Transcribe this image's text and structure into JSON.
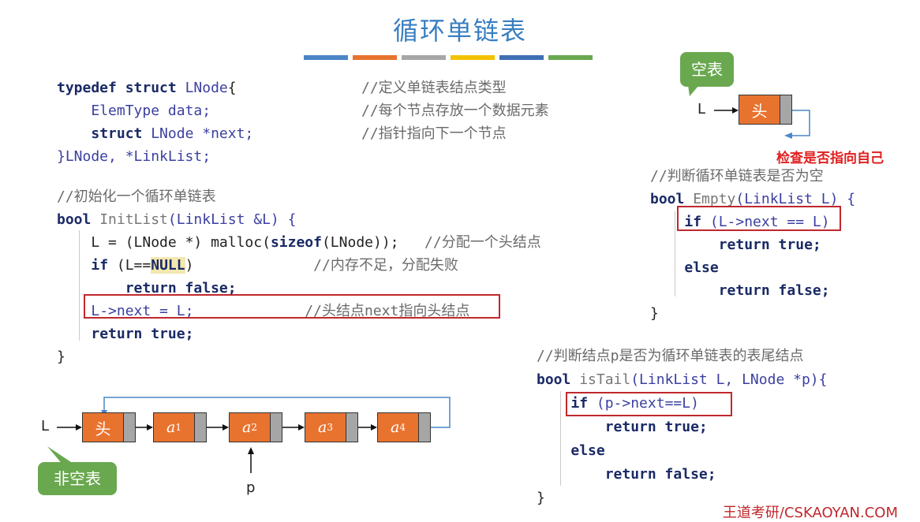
{
  "title": "循环单链表",
  "colors": {
    "title": "#3a7fc1",
    "bars": [
      "#4a86c6",
      "#e8732f",
      "#a6a6a6",
      "#f2c200",
      "#3f6fb5",
      "#6aa84f"
    ],
    "node": "#e8732f",
    "bubble": "#6aa84f",
    "box": "#c0282d",
    "warn": "#e02020"
  },
  "struct_code": [
    [
      "typedef struct ",
      "LNode",
      "{"
    ],
    [
      "ElemType data;"
    ],
    [
      "struct ",
      "LNode ",
      "*next;"
    ],
    [
      "}LNode, *LinkList;"
    ]
  ],
  "struct_comments": [
    "//定义单链表结点类型",
    "//每个节点存放一个数据元素",
    "//指针指向下一个节点"
  ],
  "init": {
    "comment": "//初始化一个循环单链表",
    "l1": [
      "bool ",
      "InitList",
      "(LinkList &L) {"
    ],
    "l2": "L = (LNode *) malloc(",
    "l2kw": "sizeof",
    "l2b": "(LNode));",
    "l2c": "//分配一个头结点",
    "l3a": "if ",
    "l3b": "(L==",
    "l3n": "NULL",
    "l3c": ")",
    "l3cm": "//内存不足，分配失败",
    "l4": "return false;",
    "l5": "L->next = L;",
    "l5cm": "//头结点next指向头结点",
    "l6": "return true;",
    "l7": "}"
  },
  "empty": {
    "bubble": "空表",
    "L": "L",
    "head": "头",
    "warn": "检查是否指向自己",
    "comment": "//判断循环单链表是否为空",
    "l1": [
      "bool ",
      "Empty",
      "(LinkList L) {"
    ],
    "l2a": "if ",
    "l2b": "(L->next == L)",
    "l3": "return true;",
    "l4": "else",
    "l5": "return false;",
    "l6": "}"
  },
  "tail": {
    "comment": "//判断结点p是否为循环单链表的表尾结点",
    "l1": [
      "bool ",
      "isTail",
      "(LinkList L, LNode *p){"
    ],
    "l2a": "if ",
    "l2b": "(p->next==L)",
    "l3": "return true;",
    "l4": "else",
    "l5": "return false;",
    "l6": "}"
  },
  "list": {
    "L": "L",
    "head": "头",
    "nodes": [
      "a1",
      "a2",
      "a3",
      "a4"
    ],
    "nodes_main": [
      "a",
      "a",
      "a",
      "a"
    ],
    "nodes_sub": [
      "1",
      "2",
      "3",
      "4"
    ],
    "p": "p",
    "bubble": "非空表"
  },
  "footer": "王道考研/CSKAOYAN.COM"
}
